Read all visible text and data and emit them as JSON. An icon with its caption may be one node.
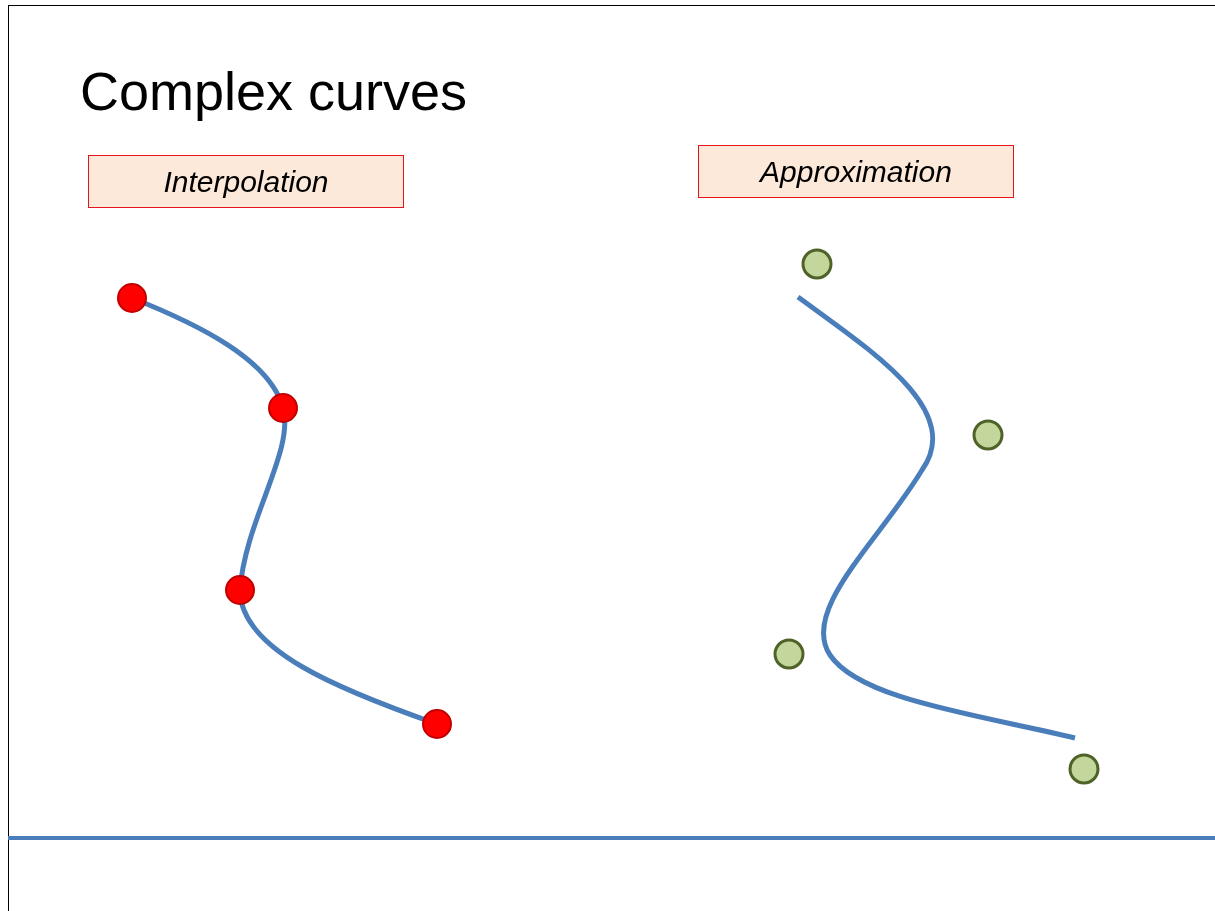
{
  "diagram": {
    "title": "Complex curves",
    "nodes": [
      {
        "text": [
          "Interpolation"
        ]
      },
      {
        "text": [
          "Approximation"
        ]
      }
    ]
  }
}
